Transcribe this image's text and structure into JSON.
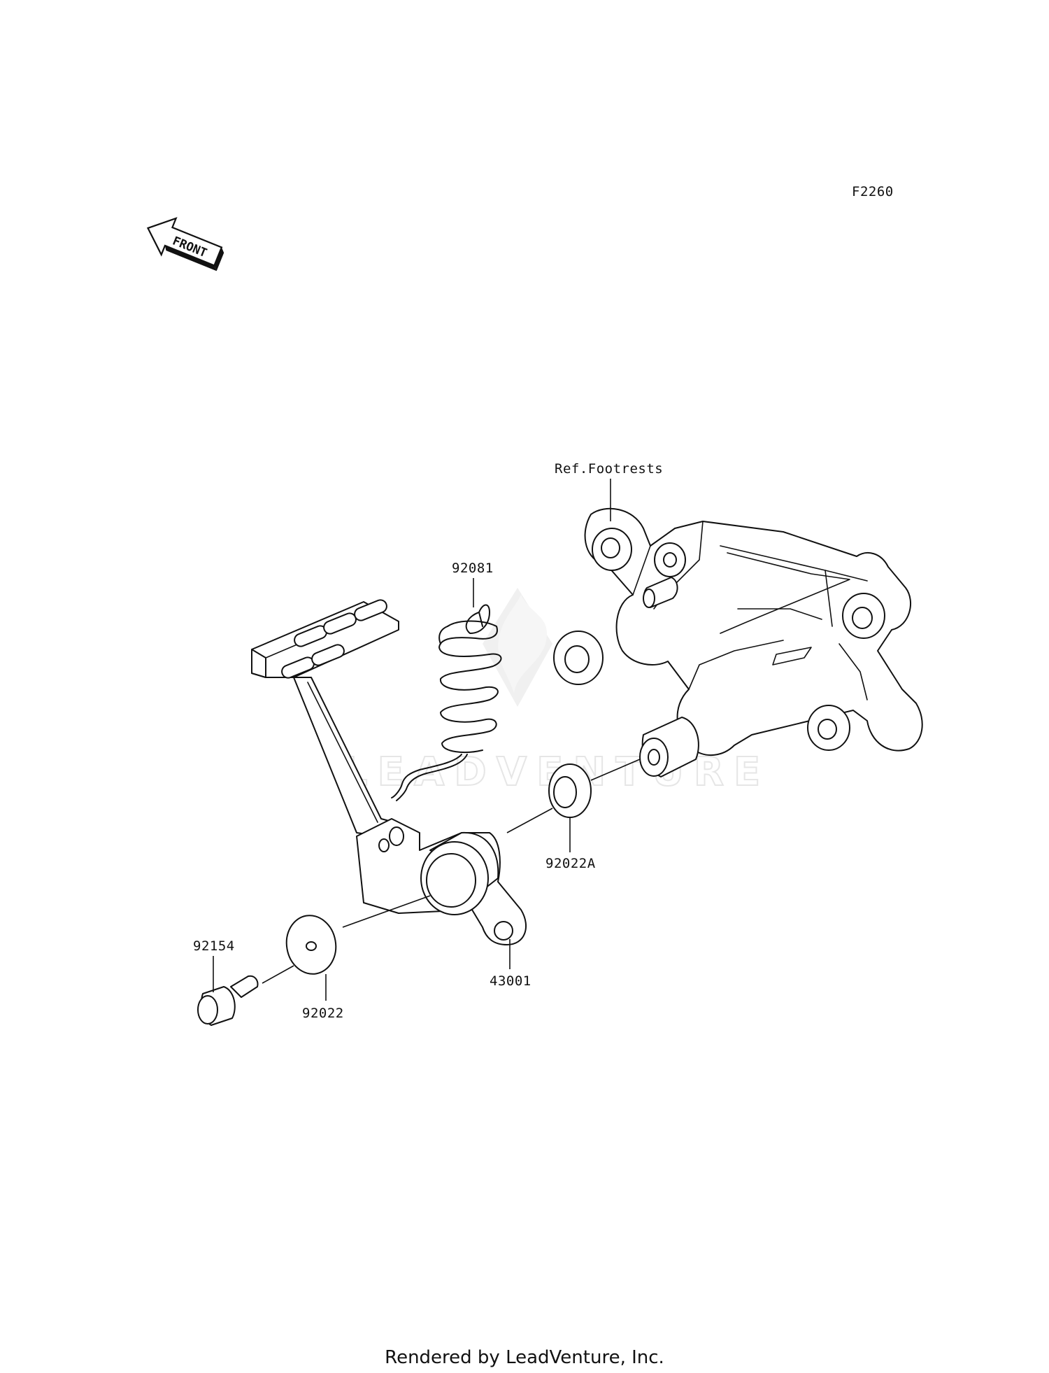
{
  "diagram_code": "F2260",
  "front_label": "FRONT",
  "watermark": "LEADVENTURE",
  "reference_label": "Ref.Footrests",
  "parts": [
    {
      "number": "92081",
      "name": "spring"
    },
    {
      "number": "92022A",
      "name": "washer"
    },
    {
      "number": "43001",
      "name": "brake-pedal"
    },
    {
      "number": "92154",
      "name": "bolt"
    },
    {
      "number": "92022",
      "name": "washer"
    }
  ],
  "footer": "Rendered by LeadVenture, Inc."
}
